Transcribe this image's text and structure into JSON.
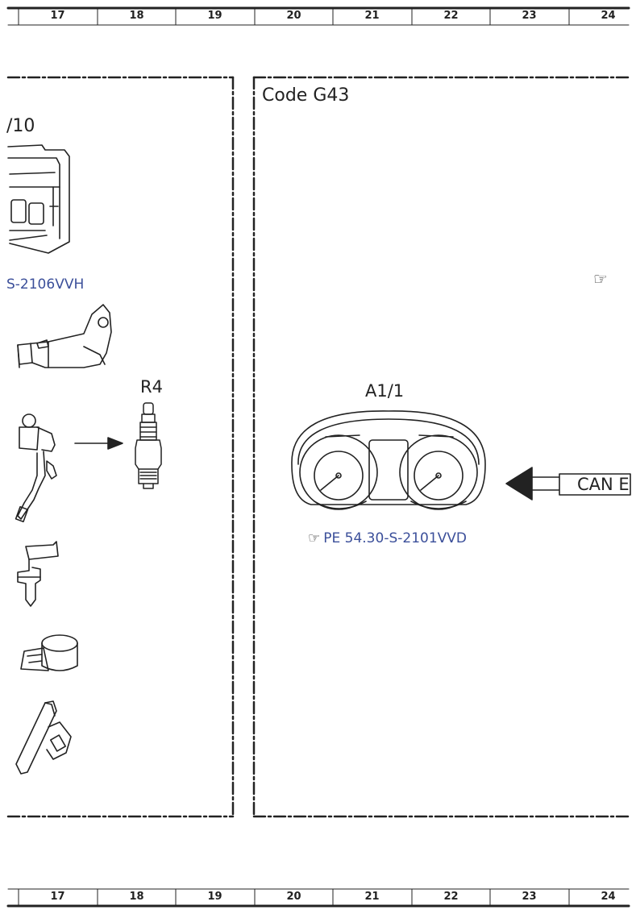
{
  "ruler": {
    "columns": [
      "17",
      "18",
      "19",
      "20",
      "21",
      "22",
      "23",
      "24"
    ]
  },
  "left_panel": {
    "title_fragment": "/10",
    "ref_fragment": "S-2106VVH",
    "spark_plug_label": "R4"
  },
  "right_panel": {
    "title": "Code G43",
    "cluster_label": "A1/1",
    "cluster_ref": "PE 54.30-S-2101VVD",
    "can_label": "CAN E"
  },
  "icons": {
    "reference": "pointing-hand-icon"
  },
  "colors": {
    "reference_link": "#3b4f9a",
    "lines": "#222222"
  }
}
